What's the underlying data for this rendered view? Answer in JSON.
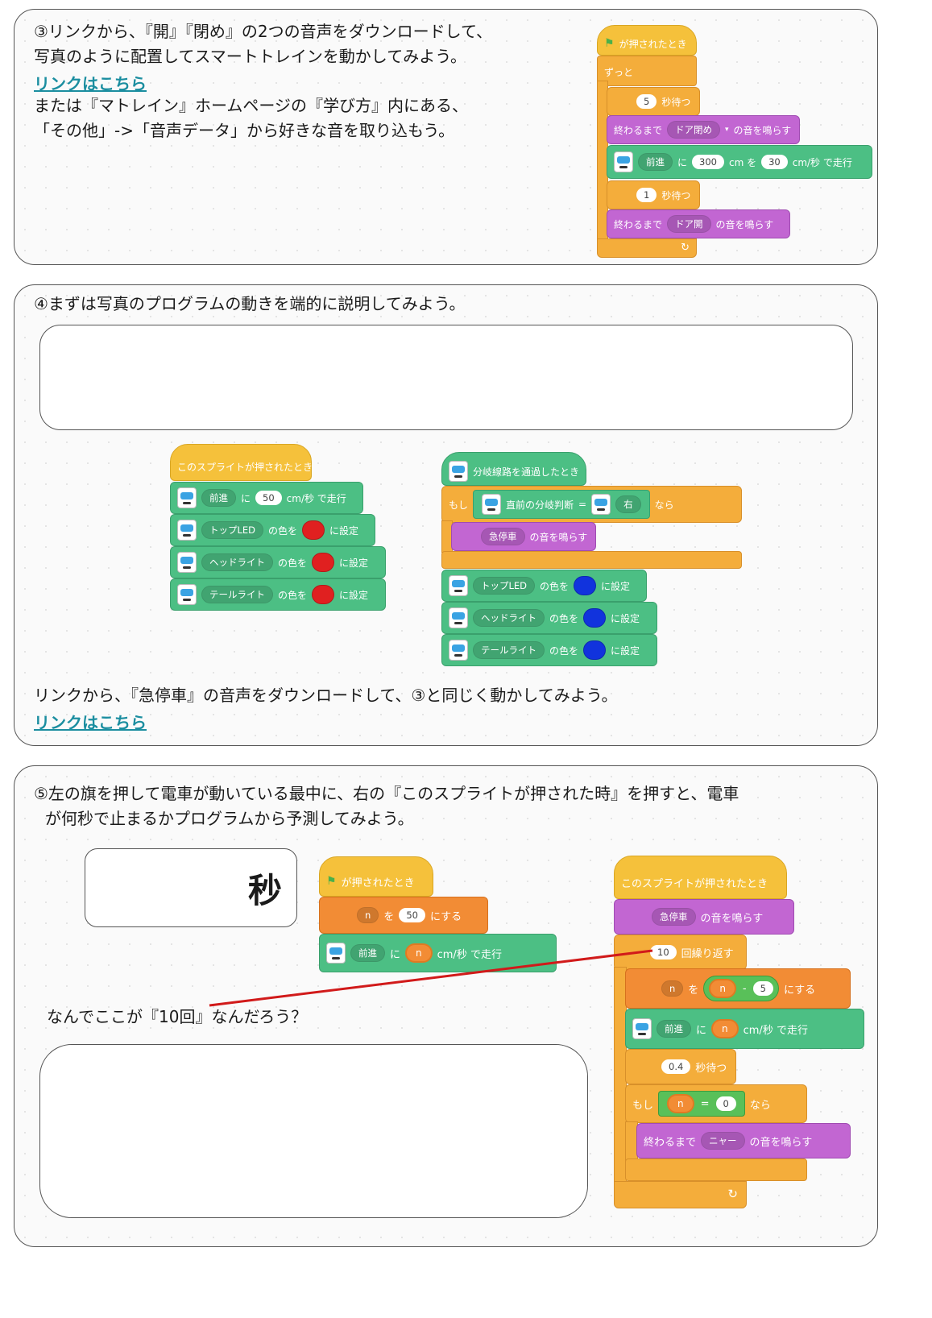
{
  "colors": {
    "event": "#f5c13b",
    "control": "#f4ad3b",
    "sound": "#c266d2",
    "extension": "#4cbf84",
    "variable": "#f28c35",
    "link": "#1b8ea0",
    "red_led": "#e02020",
    "blue_led": "#1133dd",
    "arrow": "#d11a1a"
  },
  "sec3": {
    "line1": "③リンクから、『開』『閉め』の2つの音声をダウンロードして、",
    "line2": "写真のように配置してスマートトレインを動かしてみよう。",
    "link": "リンクはこちら",
    "line3": "または『マトレイン』ホームページの『学び方』内にある、",
    "line4": "「その他」->「音声データ」から好きな音を取り込もう。",
    "hat": "が押されたとき",
    "forever": "ずっと",
    "wait1": {
      "value": "5",
      "label": "秒待つ"
    },
    "sound1": {
      "prefix": "終わるまで",
      "dropdown": "ドア閉め",
      "suffix": "の音を鳴らす"
    },
    "move": {
      "dir": "前進",
      "ni": "に",
      "dist": "300",
      "cm": "cm を",
      "speed": "30",
      "suffix": "cm/秒 で走行"
    },
    "wait2": {
      "value": "1",
      "label": "秒待つ"
    },
    "sound2": {
      "prefix": "終わるまで",
      "dropdown": "ドア開",
      "suffix": "の音を鳴らす"
    },
    "loop_arrow": "↻"
  },
  "sec4": {
    "title": "④まずは写真のプログラムの動きを端的に説明してみよう。",
    "left": {
      "hat": "このスプライトが押されたとき",
      "move": {
        "dir": "前進",
        "ni": "に",
        "speed": "50",
        "suffix": "cm/秒 で走行"
      },
      "rows": [
        {
          "target": "トップLED",
          "mid": "の色を",
          "suffix": "に設定"
        },
        {
          "target": "ヘッドライト",
          "mid": "の色を",
          "suffix": "に設定"
        },
        {
          "target": "テールライト",
          "mid": "の色を",
          "suffix": "に設定"
        }
      ]
    },
    "right": {
      "hat": "分岐線路を通過したとき",
      "if": "もし",
      "cond_label": "直前の分岐判断",
      "eq": "=",
      "cond_value": "右",
      "then": "なら",
      "sound": {
        "dropdown": "急停車",
        "suffix": "の音を鳴らす"
      },
      "rows": [
        {
          "target": "トップLED",
          "mid": "の色を",
          "suffix": "に設定"
        },
        {
          "target": "ヘッドライト",
          "mid": "の色を",
          "suffix": "に設定"
        },
        {
          "target": "テールライト",
          "mid": "の色を",
          "suffix": "に設定"
        }
      ]
    },
    "bottom": "リンクから、『急停車』の音声をダウンロードして、③と同じく動かしてみよう。",
    "link": "リンクはこちら"
  },
  "sec5": {
    "line1": "⑤左の旗を押して電車が動いている最中に、右の『このスプライトが押された時』を押すと、電車",
    "line2": "が何秒で止まるかプログラムから予測してみよう。",
    "unit": "秒",
    "question": "なんでここが『10回』なんだろう？",
    "left": {
      "hat": "が押されたとき",
      "set": {
        "var": "n",
        "wo": "を",
        "value": "50",
        "suffix": "にする"
      },
      "move": {
        "dir": "前進",
        "ni": "に",
        "speed": "n",
        "suffix": "cm/秒 で走行"
      }
    },
    "right": {
      "hat": "このスプライトが押されたとき",
      "sound": {
        "dropdown": "急停車",
        "suffix": "の音を鳴らす"
      },
      "repeat": {
        "value": "10",
        "label": "回繰り返す"
      },
      "set": {
        "var": "n",
        "wo": "を",
        "a": "n",
        "op": "-",
        "b": "5",
        "suffix": "にする"
      },
      "move": {
        "dir": "前進",
        "ni": "に",
        "speed": "n",
        "suffix": "cm/秒 で走行"
      },
      "wait": {
        "value": "0.4",
        "label": "秒待つ"
      },
      "if": {
        "label": "もし",
        "a": "n",
        "eq": "=",
        "b": "0",
        "then": "なら"
      },
      "sound2": {
        "prefix": "終わるまで",
        "dropdown": "ニャー",
        "suffix": "の音を鳴らす"
      },
      "loop_arrow": "↻"
    }
  }
}
